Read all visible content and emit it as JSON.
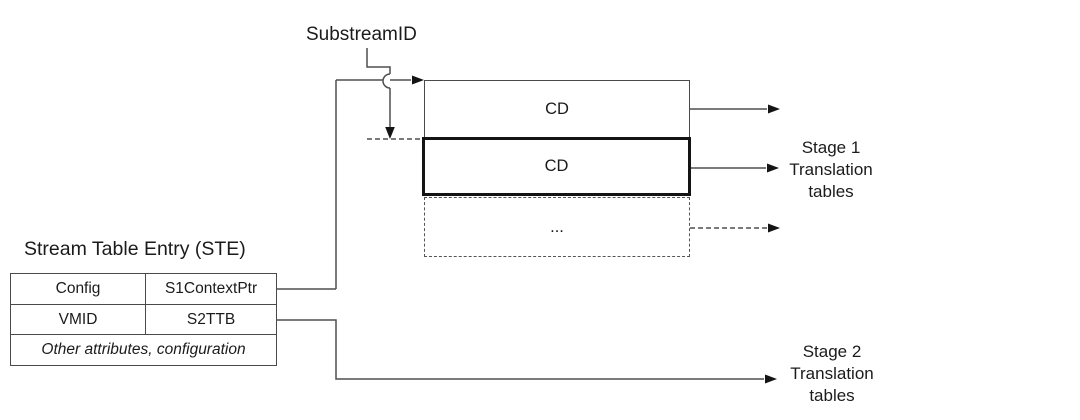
{
  "labels": {
    "substream_id": "SubstreamID",
    "stage1_lines": [
      "Stage 1",
      "Translation",
      "tables"
    ],
    "stage2_lines": [
      "Stage 2",
      "Translation",
      "tables"
    ]
  },
  "cd_table": {
    "entries": [
      "CD",
      "CD",
      "..."
    ]
  },
  "ste": {
    "title": "Stream Table Entry (STE)",
    "row1": {
      "col1": "Config",
      "col2": "S1ContextPtr"
    },
    "row2": {
      "col1": "VMID",
      "col2": "S2TTB"
    },
    "row3": "Other attributes, configuration"
  },
  "colors": {
    "background": "#ffffff",
    "line": "#4f4f4f",
    "emphasis_border": "#141414",
    "arrowhead": "#141414",
    "text": "#1b1b1b"
  }
}
